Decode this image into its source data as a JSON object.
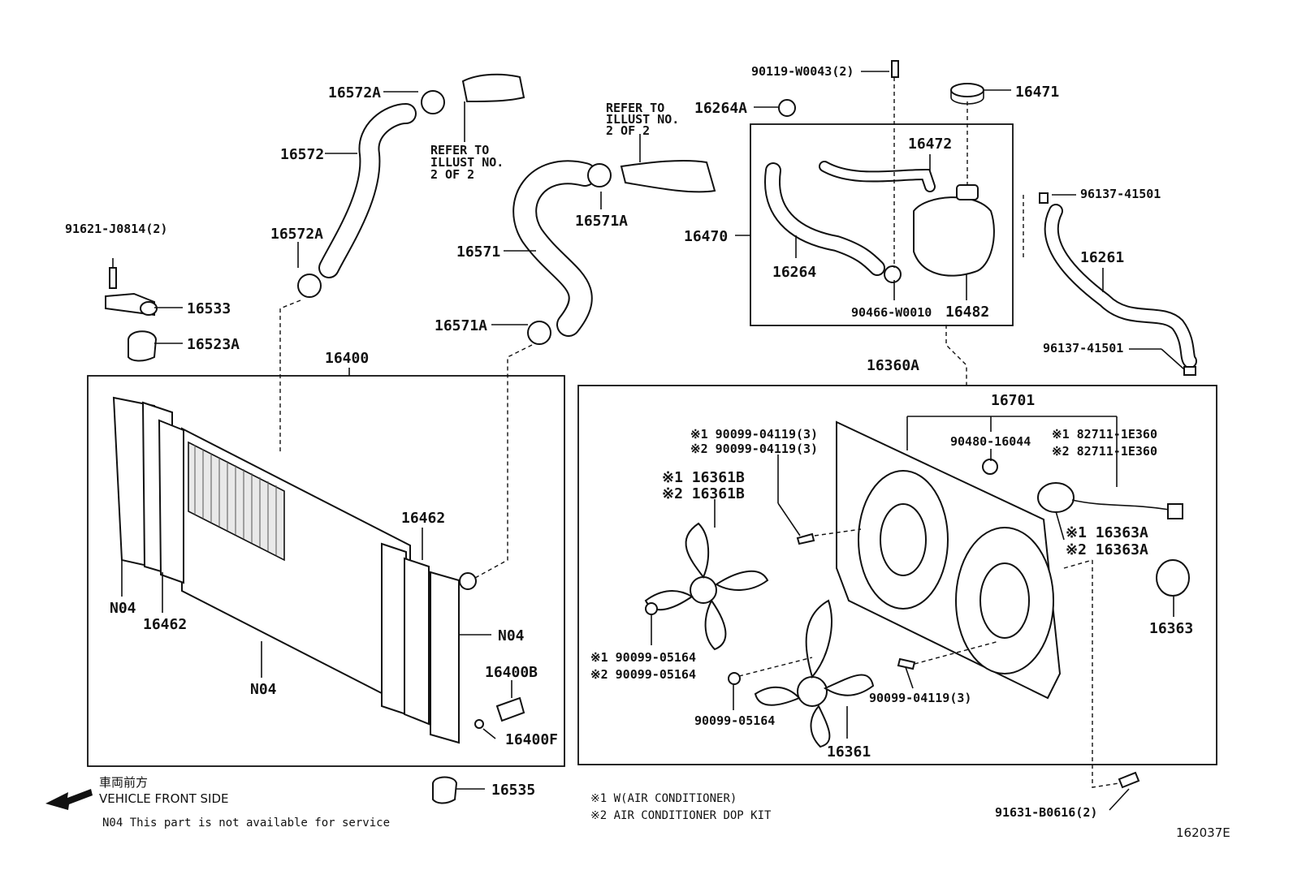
{
  "diagram_id": "162037E",
  "labels": {
    "p16572A_top": "16572A",
    "p16572": "16572",
    "p16572A_low": "16572A",
    "refer1": "REFER TO ILLUST NO. 2 OF 2",
    "refer2": "REFER TO ILLUST NO. 2 OF 2",
    "p91621": "91621-J0814(2)",
    "p16533": "16533",
    "p16523A": "16523A",
    "p16264A": "16264A",
    "p16571": "16571",
    "p16571A_top": "16571A",
    "p16571A_low": "16571A",
    "p90119": "90119-W0043(2)",
    "p16471": "16471",
    "p16472": "16472",
    "p16470": "16470",
    "p16264": "16264",
    "p90466": "90466-W0010",
    "p16482": "16482",
    "p96137_top": "96137-41501",
    "p16261": "16261",
    "p96137_low": "96137-41501",
    "p16400": "16400",
    "p16462_r": "16462",
    "p16462_l": "16462",
    "n04_l": "N04",
    "n04_c": "N04",
    "n04_r": "N04",
    "p16400B": "16400B",
    "p16400F": "16400F",
    "p16535": "16535",
    "p16360A": "16360A",
    "p16701": "16701",
    "p90480": "90480-16044",
    "m1_82711": "※1 82711-1E360",
    "m2_82711": "※2 82711-1E360",
    "m1_90099a": "※1 90099-04119(3)",
    "m2_90099a": "※2 90099-04119(3)",
    "m1_16361B": "※1 16361B",
    "m2_16361B": "※2 16361B",
    "m1_16363A": "※1 16363A",
    "m2_16363A": "※2 16363A",
    "p16363": "16363",
    "m1_90099b": "※1 90099-05164",
    "m2_90099b": "※2 90099-05164",
    "p90099_04119": "90099-04119(3)",
    "p90099_05164": "90099-05164",
    "p16361": "16361",
    "p91631": "91631-B0616(2)"
  },
  "legend": {
    "front_jp": "車両前方",
    "front_en": "VEHICLE FRONT SIDE",
    "n04_note": "N04  This part is not available for service",
    "mark1": "※1  W(AIR CONDITIONER)",
    "mark2": "※2  AIR CONDITIONER DOP KIT"
  }
}
